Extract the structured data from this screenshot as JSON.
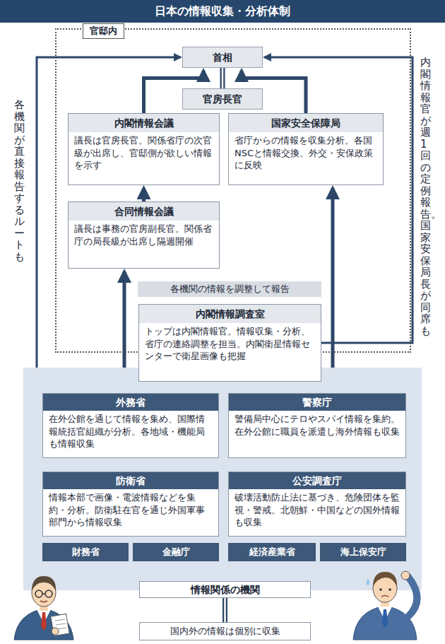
{
  "diagram": {
    "title": "日本の情報収集・分析体制",
    "nodes": [
      {
        "text": [
          "官邸内"
        ]
      },
      {
        "text": [
          "首相"
        ],
        "in": 0
      },
      {
        "text": [
          "官房長官"
        ],
        "in": 0
      },
      {
        "text": [
          "内閣情報会議",
          "議長は官房長官。関係省庁の次官級が出席し、官邸側が欲しい情報を示す"
        ],
        "in": 0
      },
      {
        "text": [
          "国家安全保障局",
          "省庁からの情報を収集分析。各国NSCと情報交換。外交・安保政策に反映"
        ],
        "in": 0
      },
      {
        "text": [
          "合同情報会議",
          "議長は事務の官房副長官。関係省庁の局長級が出席し隔週開催"
        ],
        "in": 0
      },
      {
        "text": [
          "各機関の情報を調整して報告"
        ],
        "in": 0
      },
      {
        "text": [
          "内閣情報調査室",
          "トップは内閣情報官。情報収集・分析、省庁の連絡調整を担当。内閣衛星情報センターで衛星画像も把握"
        ]
      },
      {
        "text": [
          "情報関係の機関"
        ]
      },
      {
        "text": [
          "外務省",
          "在外公館を通じて情報を集め、国際情報統括官組織が分析。各地域・機能局も情報収集"
        ],
        "in": 8
      },
      {
        "text": [
          "警察庁",
          "警備局中心にテロやスパイ情報を集約。在外公館に職員を派遣し海外情報も収集"
        ],
        "in": 8
      },
      {
        "text": [
          "防衛省",
          "情報本部で画像・電波情報などを集約・分析。防衛駐在官を通じ外国軍事部門から情報収集"
        ],
        "in": 8
      },
      {
        "text": [
          "公安調査庁",
          "破壊活動防止法に基づき、危険団体を監視・警戒。北朝鮮・中国などの国外情報も収集"
        ],
        "in": 8
      },
      {
        "text": [
          "財務省"
        ],
        "in": 8
      },
      {
        "text": [
          "金融庁"
        ],
        "in": 8
      },
      {
        "text": [
          "経済産業省"
        ],
        "in": 8
      },
      {
        "text": [
          "海上保安庁"
        ],
        "in": 8
      },
      {
        "text": [
          "国内外の情報は個別に収集"
        ]
      }
    ],
    "edges": [
      {
        "from": 1,
        "to": 2,
        "arrow": "none"
      },
      {
        "from": 3,
        "to": 1,
        "arrow": "to"
      },
      {
        "from": 4,
        "to": 1,
        "arrow": "to"
      },
      {
        "from": 5,
        "to": 3,
        "arrow": "to"
      },
      {
        "from": 8,
        "to": 5,
        "arrow": "to"
      },
      {
        "from": 8,
        "to": 4,
        "arrow": "to"
      },
      {
        "from": 7,
        "to": 1,
        "arrow": "to"
      },
      {
        "from": 8,
        "to": 1,
        "arrow": "to"
      },
      {
        "from": 8,
        "to": 17,
        "arrow": "none"
      }
    ],
    "labels": [
      "各機関が直接報告するルートも",
      "内閣情報官が週1回の定例報告。国家安保局長が同席も"
    ]
  }
}
